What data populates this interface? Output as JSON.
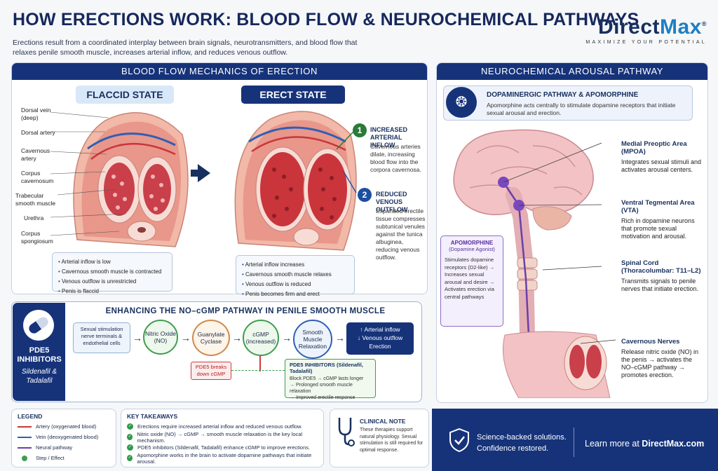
{
  "header": {
    "title": "HOW ERECTIONS WORK: BLOOD FLOW & NEUROCHEMICAL PATHWAYS",
    "subtitle": "Erections result from a coordinated interplay between brain signals, neurotransmitters, and blood flow that relaxes penile smooth muscle, increases arterial inflow, and reduces venous outflow."
  },
  "brand": {
    "name_a": "Direct",
    "name_b": "Max",
    "tagline": "MAXIMIZE YOUR POTENTIAL",
    "reg": "®"
  },
  "blood_flow": {
    "heading": "BLOOD FLOW MECHANICS OF ERECTION",
    "flaccid_label": "FLACCID STATE",
    "erect_label": "ERECT STATE",
    "anatomy": [
      "Dorsal vein (deep)",
      "Dorsal artery",
      "Cavernous artery",
      "Corpus cavernosum",
      "Trabecular smooth muscle",
      "Urethra",
      "Corpus spongiosum"
    ],
    "flaccid_points": [
      "Arterial inflow is low",
      "Cavernous smooth muscle is contracted",
      "Venous outflow is unrestricted",
      "Penis is flaccid"
    ],
    "erect_points": [
      "Arterial inflow increases",
      "Cavernous smooth muscle relaxes",
      "Venous outflow is reduced",
      "Penis becomes firm and erect"
    ],
    "step1": {
      "num": "1",
      "title": "INCREASED ARTERIAL INFLOW",
      "text": "Cavernous arteries dilate, increasing blood flow into the corpora cavernosa."
    },
    "step2": {
      "num": "2",
      "title": "REDUCED VENOUS OUTFLOW",
      "text": "Expanded erectile tissue compresses subtunical venules against the tunica albuginea, reducing venous outflow."
    }
  },
  "pathway": {
    "heading": "ENHANCING THE NO–cGMP PATHWAY IN PENILE SMOOTH MUSCLE",
    "pde5_side": {
      "title": "PDE5 INHIBITORS",
      "drugs": "Sildenafil & Tadalafil"
    },
    "start": "Sexual stimulation nerve terminals & endothelial cells",
    "nodes": [
      "Nitric Oxide (NO)",
      "Guanylate Cyclase",
      "cGMP (increased)",
      "Smooth Muscle Relaxation"
    ],
    "result": [
      "↑ Arterial inflow",
      "↓ Venous outflow",
      "Erection"
    ],
    "pde5_breaks": "PDE5 breaks down cGMP",
    "inhibitor_box": {
      "title": "PDE5 INHIBITORS (Sildenafil, Tadalafil)",
      "lines": [
        "Block PDE5 → cGMP lasts longer",
        "→ Prolonged smooth muscle relaxation",
        "→ Improved erectile response"
      ]
    }
  },
  "neuro": {
    "heading": "NEUROCHEMICAL AROUSAL PATHWAY",
    "dopa_title": "DOPAMINERGIC PATHWAY & APOMORPHINE",
    "dopa_text": "Apomorphine acts centrally to stimulate dopamine receptors that initiate sexual arousal and erection.",
    "apomorphine": {
      "title": "APOMORPHINE",
      "subtitle": "(Dopamine Agonist)",
      "text": "Stimulates dopamine receptors (D2-like) → Increases sexual arousal and desire → Activates erection via central pathways"
    },
    "regions": [
      {
        "title": "Medial Preoptic Area (MPOA)",
        "text": "Integrates sexual stimuli and activates arousal centers."
      },
      {
        "title": "Ventral Tegmental Area (VTA)",
        "text": "Rich in dopamine neurons that promote sexual motivation and arousal."
      },
      {
        "title": "Spinal Cord (Thoracolumbar: T11–L2)",
        "text": "Transmits signals to penile nerves that initiate erection."
      },
      {
        "title": "Cavernous Nerves",
        "text": "Release nitric oxide (NO) in the penis → activates the NO–cGMP pathway → promotes erection."
      }
    ]
  },
  "legend": {
    "title": "LEGEND",
    "items": [
      {
        "label": "Artery (oxygenated blood)",
        "color": "#c9353b"
      },
      {
        "label": "Vein (deoxygenated blood)",
        "color": "#2f5fb5"
      },
      {
        "label": "Neural pathway",
        "color": "#6a3fa8"
      },
      {
        "label": "Step / Effect",
        "color": "#3e9e4e"
      }
    ]
  },
  "takeaways": {
    "title": "KEY TAKEAWAYS",
    "items": [
      "Erections require increased arterial inflow and reduced venous outflow.",
      "Nitric oxide (NO) → cGMP → smooth muscle relaxation is the key local mechanism.",
      "PDE5 inhibitors (Sildenafil, Tadalafil) enhance cGMP to improve erections.",
      "Apomorphine works in the brain to activate dopamine pathways that initiate arousal."
    ]
  },
  "clinical": {
    "title": "CLINICAL NOTE",
    "text": "These therapies support natural physiology. Sexual stimulation is still required for optimal response."
  },
  "footer": {
    "line1": "Science-backed solutions.",
    "line2": "Confidence restored.",
    "cta_a": "Learn more at ",
    "cta_b": "DirectMax.com"
  }
}
